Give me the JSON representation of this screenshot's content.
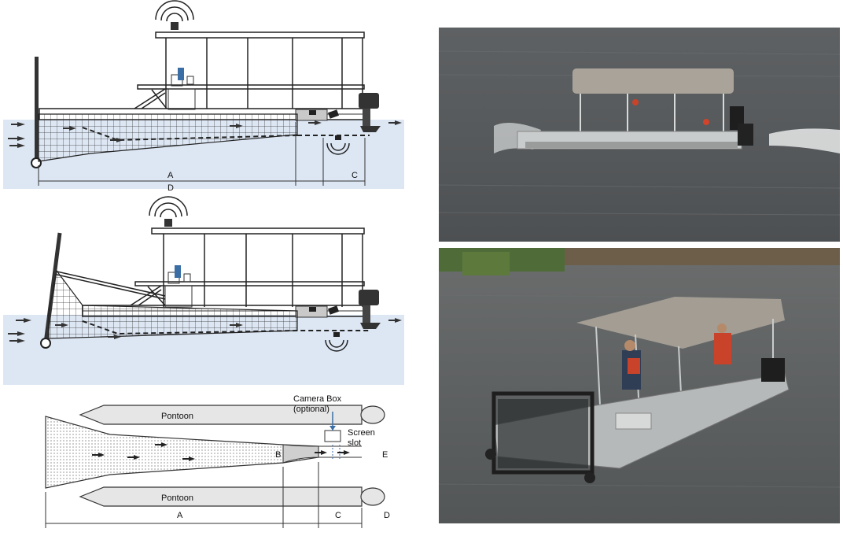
{
  "diagram_top": {
    "labels": {
      "a": "A",
      "c": "C",
      "d": "D"
    }
  },
  "diagram_plan": {
    "pontoon_top": "Pontoon",
    "pontoon_bottom": "Pontoon",
    "camera_box": "Camera Box",
    "camera_box_note": "(optional)",
    "screen_slot_1": "Screen",
    "screen_slot_2": "slot",
    "labels": {
      "a": "A",
      "b": "B",
      "c": "C",
      "d": "D",
      "e": "E"
    }
  },
  "colors": {
    "water": "#dde7f4",
    "photo_water_dark": "#55585a",
    "photo_water_light": "#6d6f70",
    "canopy": "#a9a39a",
    "pontoon_fill": "#e6e6e6"
  }
}
